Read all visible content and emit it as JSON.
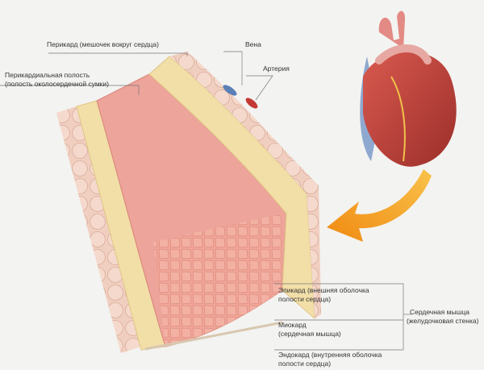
{
  "labels": {
    "pericardium": "Перикард (мешочек вокруг сердца)",
    "pericardial_cavity_1": "Перикардиальная полость",
    "pericardial_cavity_2": "(полость околосердечной сумки)",
    "vein": "Вена",
    "artery": "Артерия",
    "epicardium_1": "Эпикард (внешняя оболочка",
    "epicardium_2": "полости сердца)",
    "myocardium_1": "Миокард",
    "myocardium_2": "(сердечная мышца)",
    "endocardium_1": "Эндокард (внутренняя оболочка",
    "endocardium_2": "полости сердца)",
    "heart_muscle_1": "Сердечная мышца",
    "heart_muscle_2": "(желудочковая стенка)"
  },
  "colors": {
    "background": "#f3f3f1",
    "pericardium_layer": "#f2dfa8",
    "pericardial_cells": "#f1cfc0",
    "myocardium_fibers": "#eda49a",
    "myocardium_section": "#f0a597",
    "heart": "#c8413a",
    "aorta": "#e38a84",
    "vena_cava": "#8fa8cf",
    "arrow": "#f3a023",
    "leader_lines": "#777777"
  },
  "icons": {
    "arrow": "curved-arrow-icon",
    "heart": "heart-icon",
    "vein": "vein-icon",
    "artery": "artery-icon"
  }
}
